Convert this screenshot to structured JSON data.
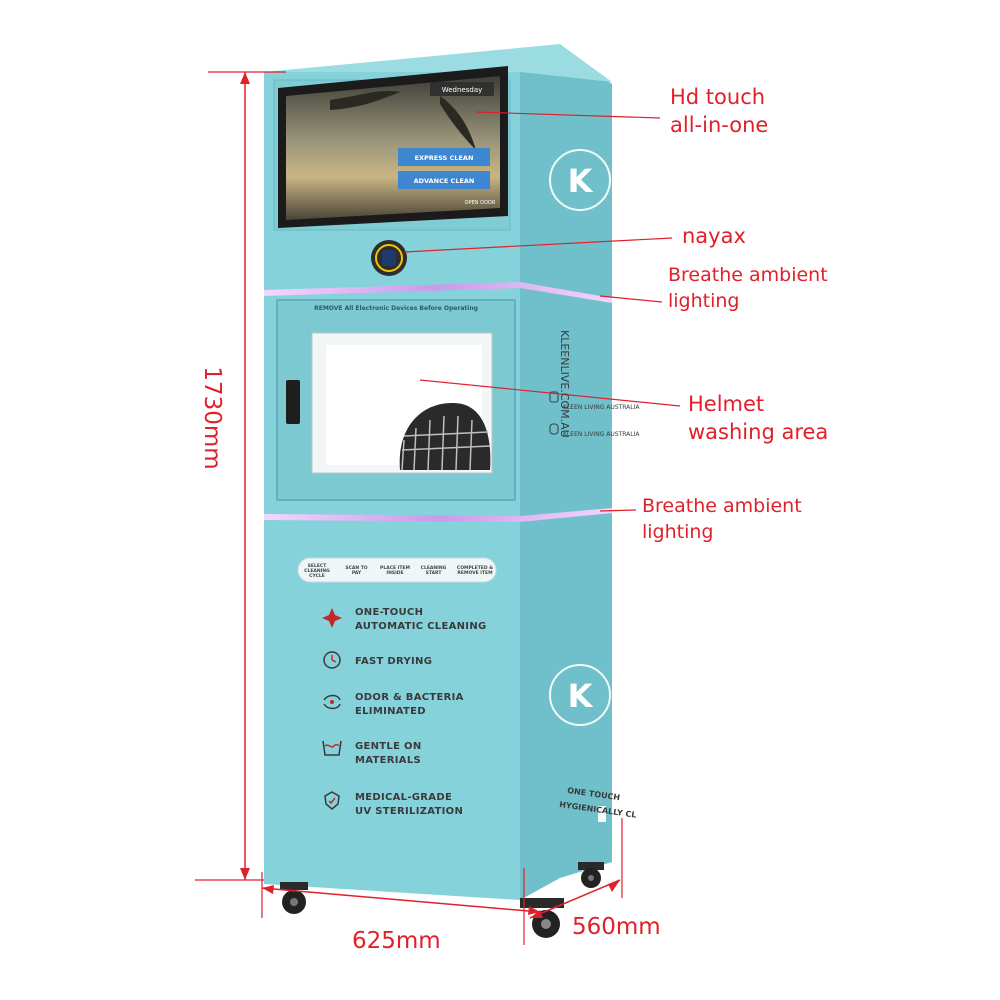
{
  "callouts": {
    "touch_line1": "Hd touch",
    "touch_line2": "all-in-one",
    "nayax": "nayax",
    "ambient_top_line1": "Breathe ambient",
    "ambient_top_line2": "lighting",
    "helmet_line1": "Helmet",
    "helmet_line2": "washing area",
    "ambient_bottom_line1": "Breathe ambient",
    "ambient_bottom_line2": "lighting"
  },
  "dimensions": {
    "height": "1730mm",
    "width": "625mm",
    "depth": "560mm"
  },
  "screen": {
    "day": "Wednesday",
    "express_button": "EXPRESS CLEAN",
    "advance_button": "ADVANCE CLEAN",
    "open_door": "OPEN DOOR"
  },
  "machine": {
    "warning": "REMOVE All Electronic Devices Before Operating",
    "steps": [
      "SELECT CLEANING CYCLE",
      "SCAN TO PAY",
      "PLACE ITEM INSIDE",
      "CLEANING START",
      "COMPLETED & REMOVE ITEM"
    ],
    "features": [
      {
        "icon": "sparkle-icon",
        "line1": "ONE-TOUCH",
        "line2": "AUTOMATIC CLEANING"
      },
      {
        "icon": "timer-icon",
        "line1": "FAST DRYING",
        "line2": ""
      },
      {
        "icon": "wind-icon",
        "line1": "ODOR & BACTERIA",
        "line2": "ELIMINATED"
      },
      {
        "icon": "washtub-icon",
        "line1": "GENTLE ON",
        "line2": "MATERIALS"
      },
      {
        "icon": "hands-shield-icon",
        "line1": "MEDICAL-GRADE",
        "line2": "UV STERILIZATION"
      }
    ],
    "website": "KLEENLIVE.COM.AU",
    "facebook": "KLEEN LIVING AUSTRALIA",
    "instagram": "KLEEN LIVING AUSTRALIA",
    "slogan_line1": "ONE TOUCH",
    "slogan_line2": "HYGIENICALLY CL"
  },
  "colors": {
    "body": "#7ecdd6",
    "body_dark": "#5fb3bd",
    "accent_red": "#e0202a",
    "ambient": "#e8b6ff"
  }
}
